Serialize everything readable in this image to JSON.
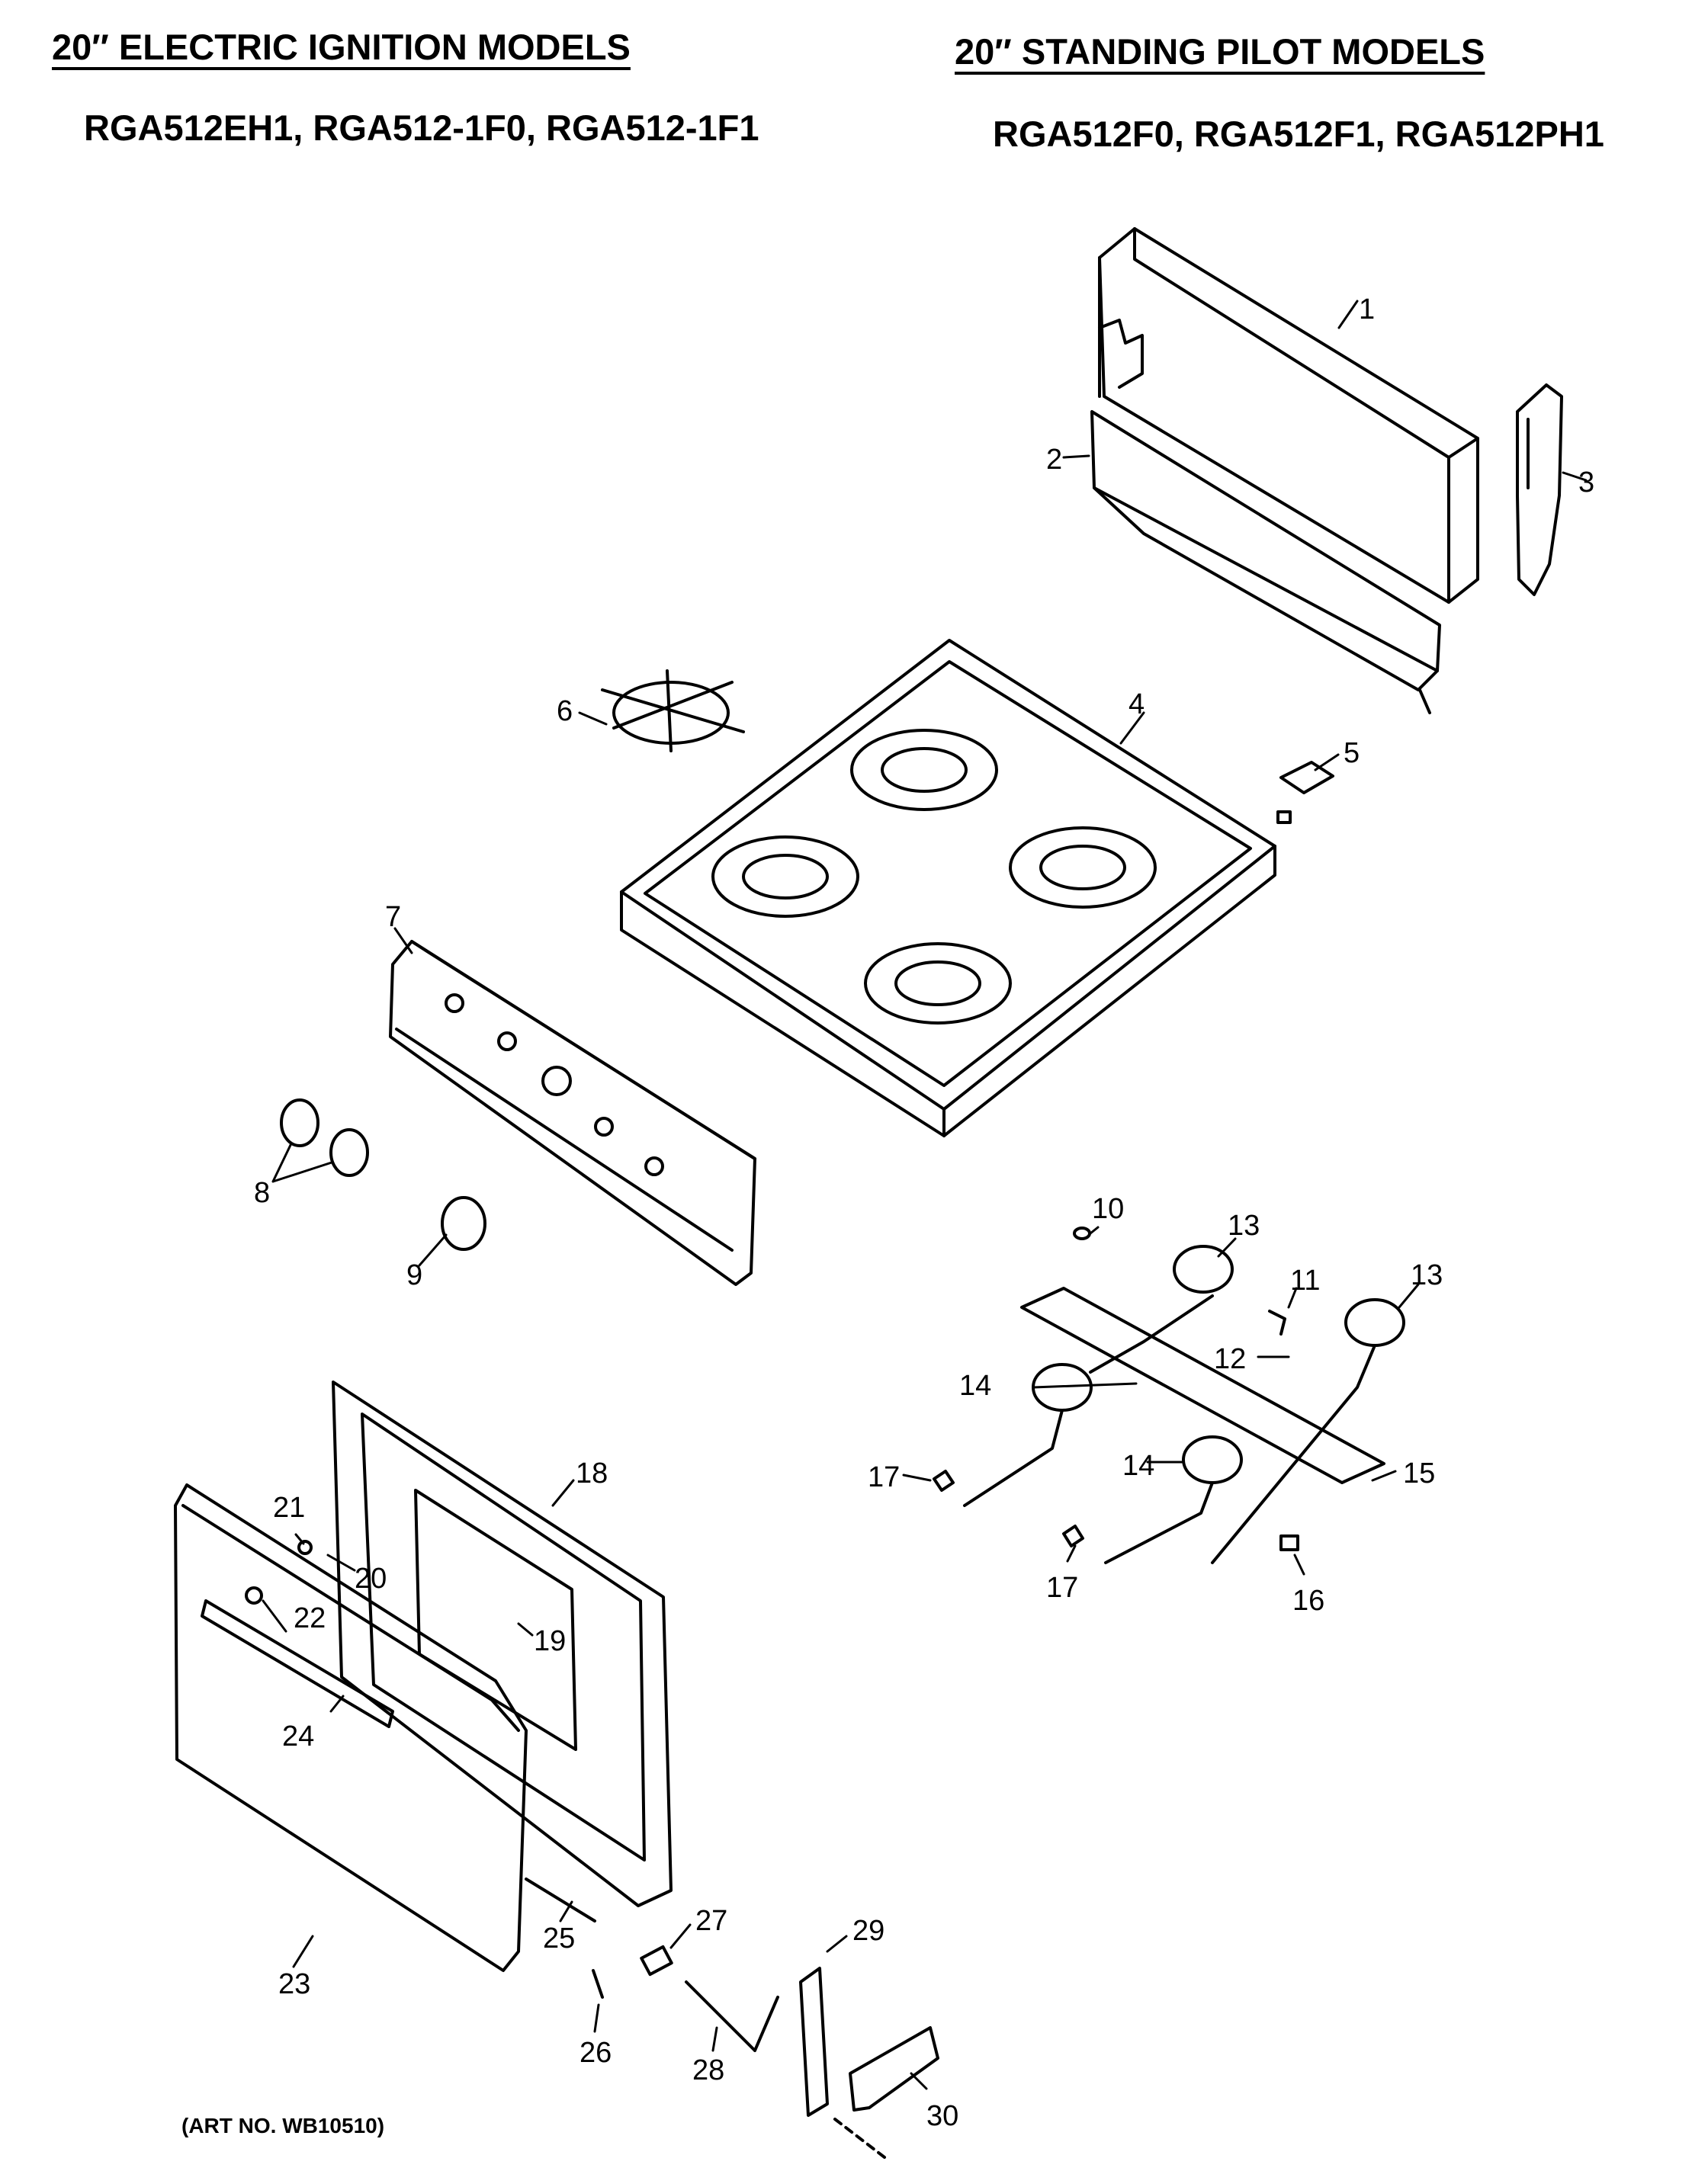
{
  "header": {
    "left_title": "20″ ELECTRIC IGNITION MODELS",
    "left_models": "RGA512EH1, RGA512-1F0, RGA512-1F1",
    "right_title": "20″ STANDING PILOT MODELS",
    "right_models": "RGA512F0, RGA512F1, RGA512PH1"
  },
  "footer": {
    "art_number": "(ART NO. WB10510)"
  },
  "callouts": [
    "1",
    "2",
    "3",
    "4",
    "5",
    "6",
    "7",
    "8",
    "9",
    "10",
    "11",
    "12",
    "13",
    "13",
    "14",
    "14",
    "15",
    "16",
    "17",
    "17",
    "18",
    "19",
    "20",
    "21",
    "22",
    "23",
    "24",
    "25",
    "26",
    "27",
    "28",
    "29",
    "30"
  ]
}
